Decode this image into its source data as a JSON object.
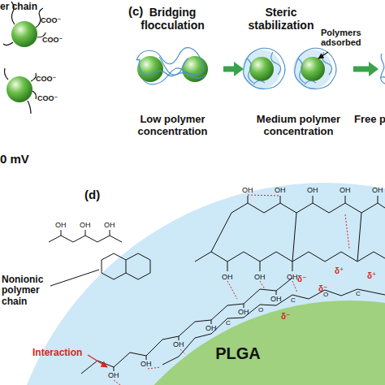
{
  "diagram": {
    "nodes": [
      {
        "text": [
          "Bridging flocculation",
          "Low polymer concentration"
        ]
      },
      {
        "text": [
          "Steric stabilization",
          "Polymers adsorbed",
          "Medium polymer concentration"
        ]
      },
      {
        "text": [
          "Free p"
        ]
      },
      {
        "text": [
          "PLGA"
        ]
      }
    ],
    "edges": [
      {
        "from": 0,
        "to": 1,
        "arrow": "to"
      },
      {
        "from": 1,
        "to": 2,
        "arrow": "to"
      }
    ],
    "labels": [
      "er chain",
      "COO⁻",
      "COO⁻",
      "COO⁻",
      "COO⁻",
      "0 mV",
      "(c)",
      "(d)",
      "Nonionic polymer chain",
      "Interaction",
      "δ⁻",
      "δ⁺",
      "δ⁻",
      "δ⁺",
      "δ⁻",
      "OH",
      "OH",
      "OH",
      "OH",
      "OH",
      "OH",
      "OH",
      "OH",
      "OH",
      "OH",
      "OH",
      "OH",
      "OH",
      "OH",
      "OH",
      "OH",
      "OH",
      "C",
      "C",
      "C",
      "O",
      "O"
    ]
  }
}
